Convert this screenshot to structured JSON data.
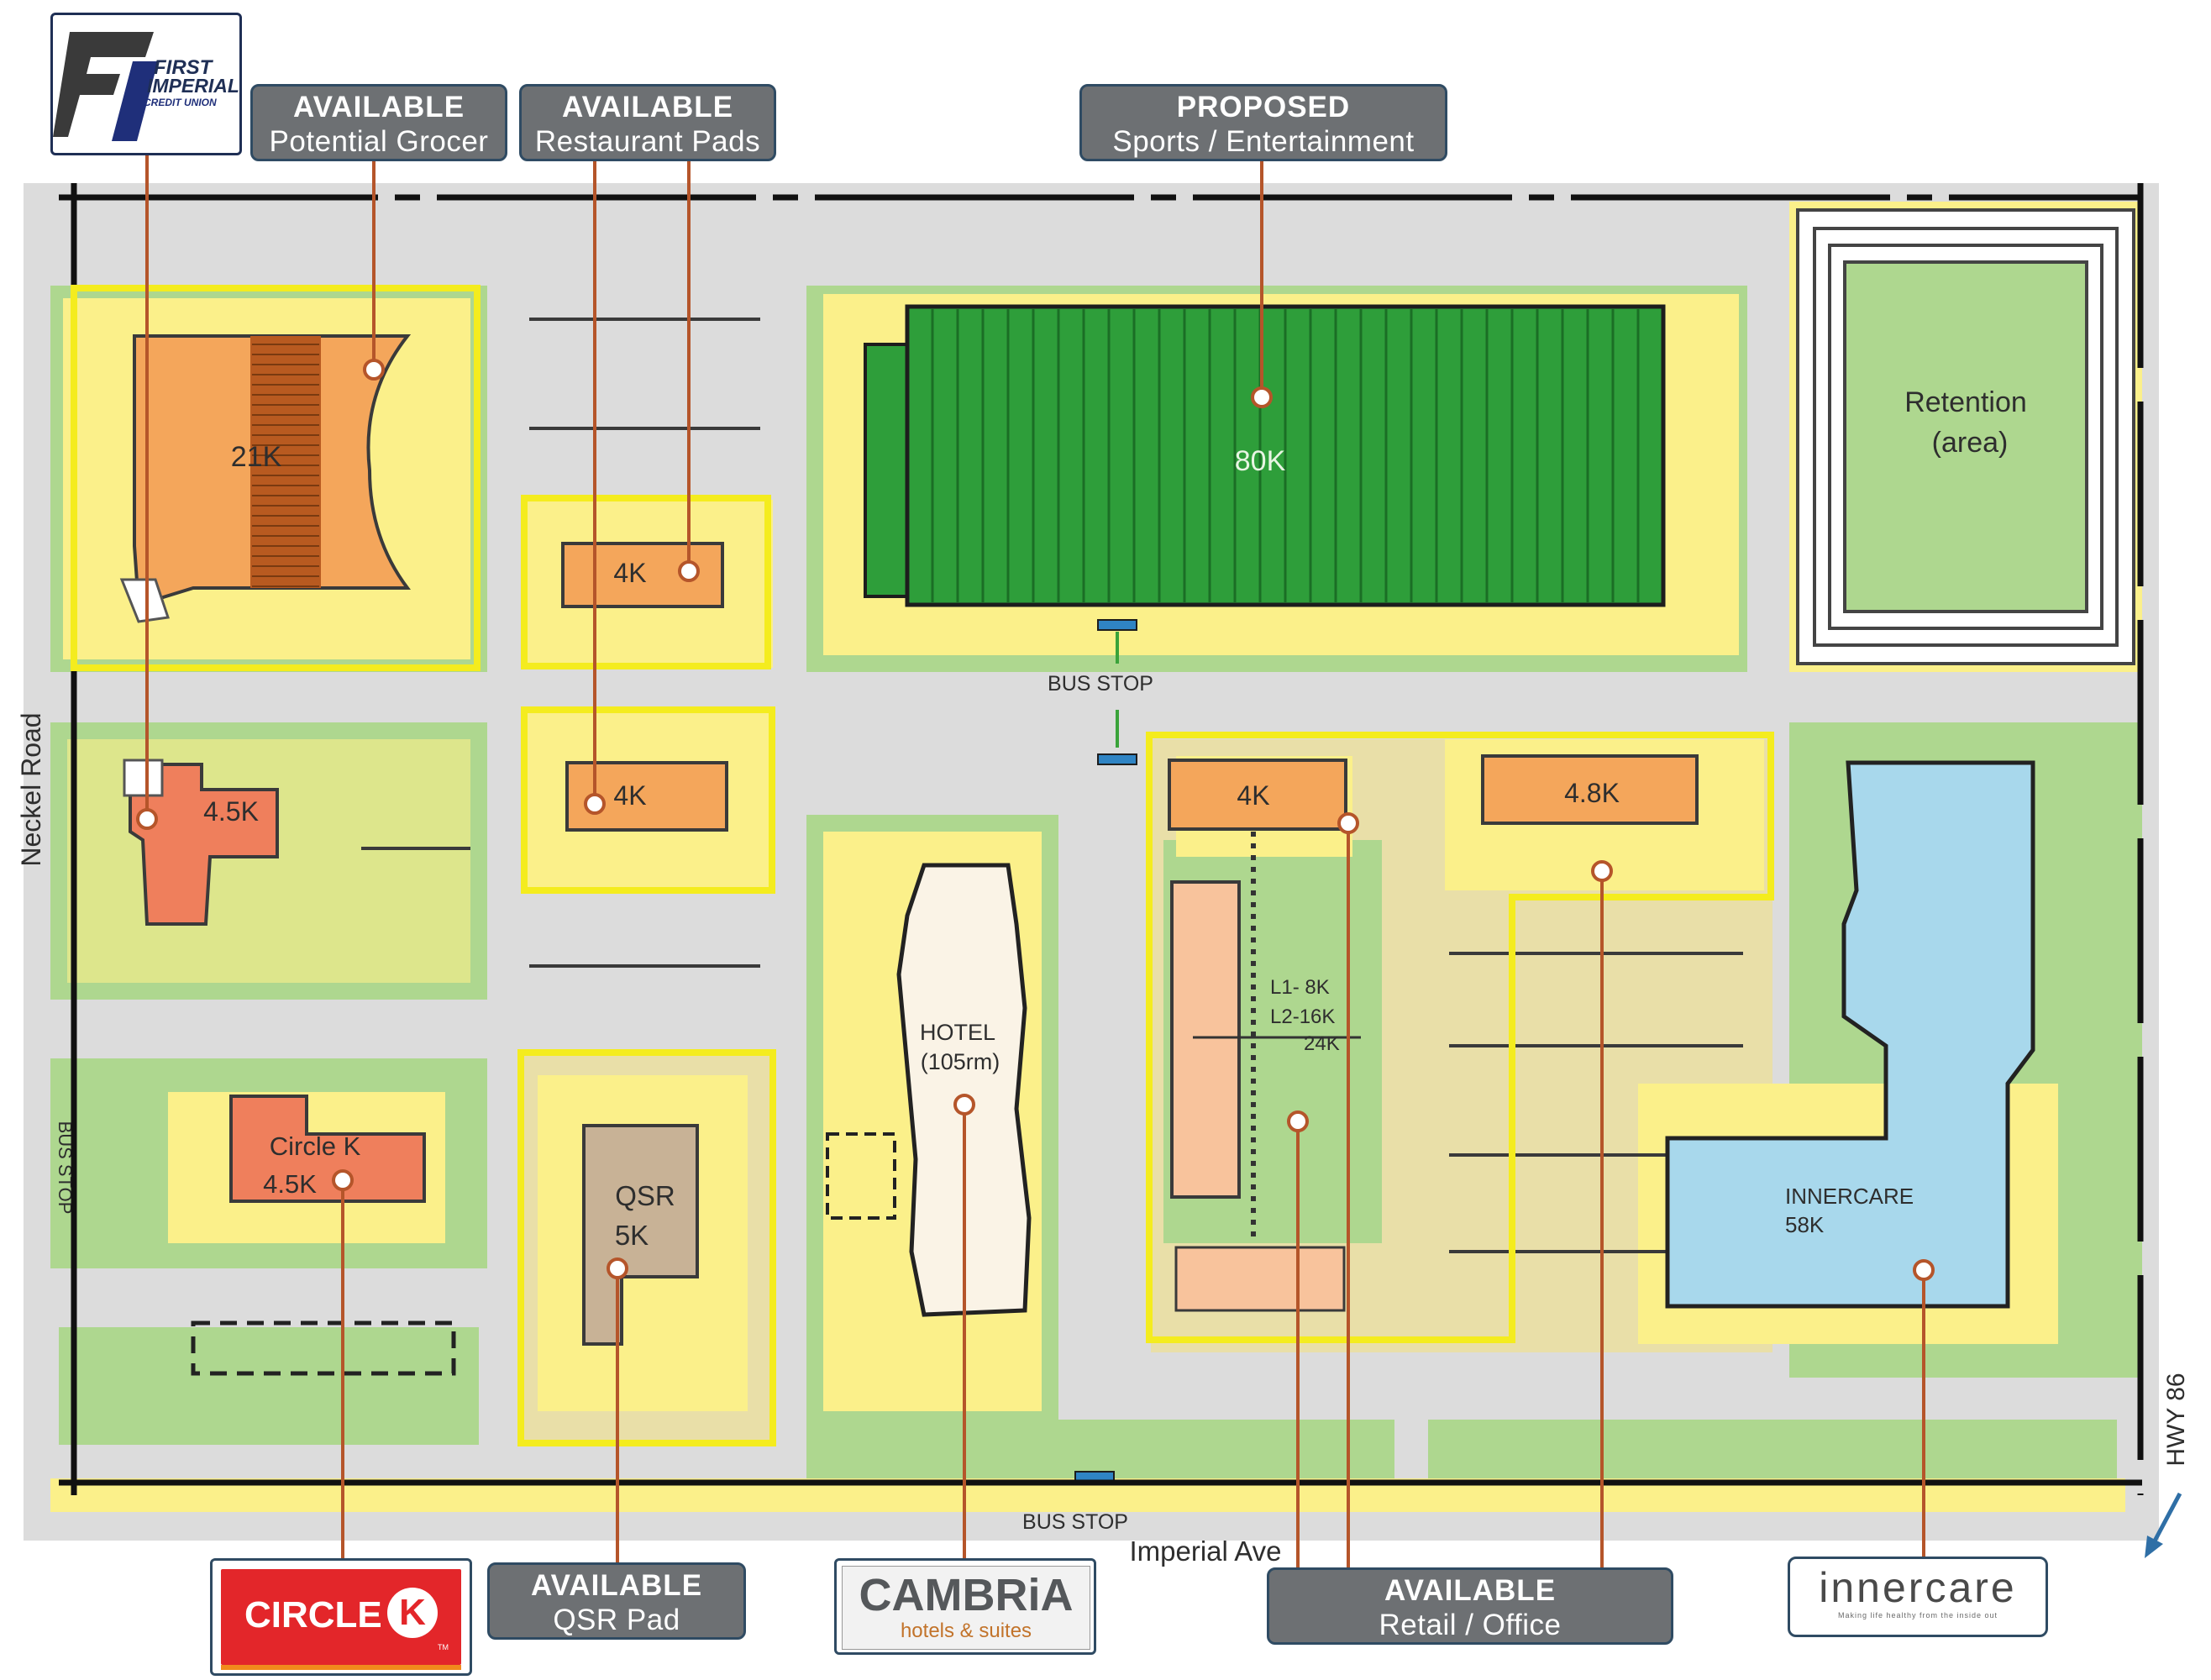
{
  "map": {
    "streets": {
      "west": "Neckel Road",
      "south": "Imperial Ave",
      "east": "HWY 86"
    },
    "bus_stop_label": "BUS STOP",
    "buildings": {
      "grocer": "21K",
      "pad_upper": "4K",
      "pad_lower": "4K",
      "bank": "4.5K",
      "circle_k_name": "Circle K",
      "circle_k_size": "4.5K",
      "qsr_name": "QSR",
      "qsr_size": "5K",
      "sports": "80K",
      "hotel_name": "HOTEL",
      "hotel_rooms": "(105rm)",
      "retail_a": "4K",
      "retail_b": "4.8K",
      "office_l1": "L1- 8K",
      "office_l2": "L2-16K",
      "office_total": "24K",
      "innercare_name": "INNERCARE",
      "innercare_size": "58K",
      "retention_1": "Retention",
      "retention_2": "(area)"
    }
  },
  "callouts": {
    "grocer": {
      "status": "AVAILABLE",
      "use": "Potential Grocer"
    },
    "restaurant": {
      "status": "AVAILABLE",
      "use": "Restaurant Pads"
    },
    "sports": {
      "status": "PROPOSED",
      "use": "Sports / Entertainment"
    },
    "qsr": {
      "status": "AVAILABLE",
      "use": "QSR Pad"
    },
    "retail": {
      "status": "AVAILABLE",
      "use": "Retail / Office"
    }
  },
  "logos": {
    "first_imperial": {
      "line1": "FIRST",
      "line2": "IMPERIAL",
      "line3": "CREDIT UNION",
      "monogram": "FI"
    },
    "circle_k": {
      "name": "CIRCLE",
      "mark": "K",
      "tm": "TM"
    },
    "cambria": {
      "name": "CAMBRiA",
      "sub": "hotels & suites"
    },
    "innercare": {
      "name": "innercare",
      "tagline": "Making life healthy from the inside out"
    }
  },
  "colors": {
    "road": "#dcdcdc",
    "yellow_zone": "#fbf08a",
    "green_space": "#aed78f",
    "field": "#2e9e3a",
    "building_orange": "#f4a65b",
    "building_red": "#ef7f5c",
    "innercare_blue": "#a8d8ec",
    "highlight": "#f4ec1e",
    "leader": "#b5552a",
    "callout": "#6d7073"
  }
}
